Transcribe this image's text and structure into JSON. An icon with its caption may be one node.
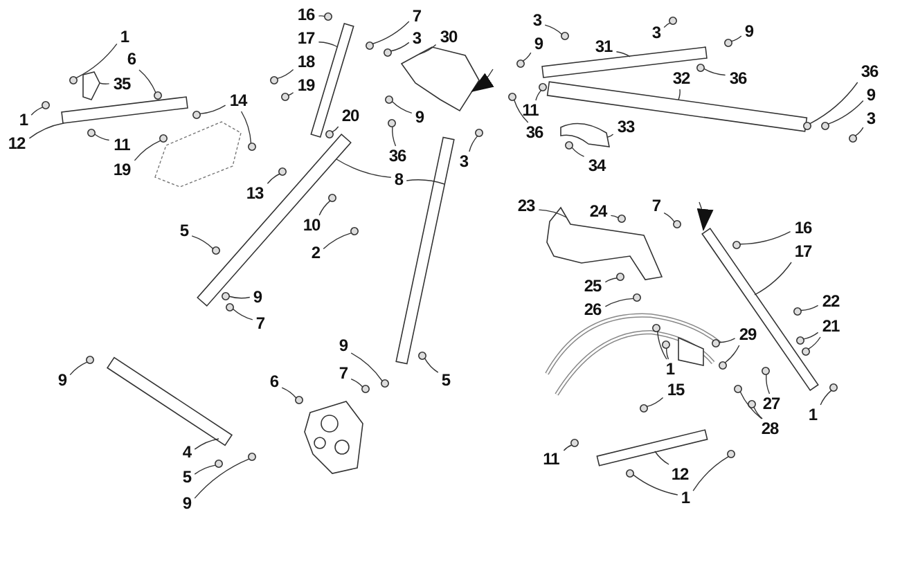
{
  "diagram": {
    "nodes": [
      {
        "text": [
          "1"
        ]
      },
      {
        "text": [
          "6"
        ]
      },
      {
        "text": [
          "35"
        ]
      },
      {
        "text": [
          "1"
        ]
      },
      {
        "text": [
          "12"
        ]
      },
      {
        "text": [
          "11"
        ]
      },
      {
        "text": [
          "19"
        ]
      },
      {
        "text": [
          "14"
        ]
      },
      {
        "text": [
          "13"
        ]
      },
      {
        "text": [
          "16"
        ]
      },
      {
        "text": [
          "17"
        ]
      },
      {
        "text": [
          "18"
        ]
      },
      {
        "text": [
          "19"
        ]
      },
      {
        "text": [
          "20"
        ]
      },
      {
        "text": [
          "7"
        ]
      },
      {
        "text": [
          "3"
        ]
      },
      {
        "text": [
          "30"
        ]
      },
      {
        "text": [
          "3"
        ]
      },
      {
        "text": [
          "9"
        ]
      },
      {
        "text": [
          "31"
        ]
      },
      {
        "text": [
          "3"
        ]
      },
      {
        "text": [
          "9"
        ]
      },
      {
        "text": [
          "36"
        ]
      },
      {
        "text": [
          "9"
        ]
      },
      {
        "text": [
          "36"
        ]
      },
      {
        "text": [
          "8"
        ]
      },
      {
        "text": [
          "11"
        ]
      },
      {
        "text": [
          "36"
        ]
      },
      {
        "text": [
          "32"
        ]
      },
      {
        "text": [
          "9"
        ]
      },
      {
        "text": [
          "36"
        ]
      },
      {
        "text": [
          "3"
        ]
      },
      {
        "text": [
          "33"
        ]
      },
      {
        "text": [
          "3"
        ]
      },
      {
        "text": [
          "34"
        ]
      },
      {
        "text": [
          "10"
        ]
      },
      {
        "text": [
          "2"
        ]
      },
      {
        "text": [
          "5"
        ]
      },
      {
        "text": [
          "23"
        ]
      },
      {
        "text": [
          "24"
        ]
      },
      {
        "text": [
          "7"
        ]
      },
      {
        "text": [
          "16"
        ]
      },
      {
        "text": [
          "17"
        ]
      },
      {
        "text": [
          "9"
        ]
      },
      {
        "text": [
          "7"
        ]
      },
      {
        "text": [
          "25"
        ]
      },
      {
        "text": [
          "26"
        ]
      },
      {
        "text": [
          "22"
        ]
      },
      {
        "text": [
          "21"
        ]
      },
      {
        "text": [
          "29"
        ]
      },
      {
        "text": [
          "9"
        ]
      },
      {
        "text": [
          "7"
        ]
      },
      {
        "text": [
          "5"
        ]
      },
      {
        "text": [
          "1"
        ]
      },
      {
        "text": [
          "9"
        ]
      },
      {
        "text": [
          "6"
        ]
      },
      {
        "text": [
          "15"
        ]
      },
      {
        "text": [
          "27"
        ]
      },
      {
        "text": [
          "28"
        ]
      },
      {
        "text": [
          "1"
        ]
      },
      {
        "text": [
          "4"
        ]
      },
      {
        "text": [
          "11"
        ]
      },
      {
        "text": [
          "12"
        ]
      },
      {
        "text": [
          "5"
        ]
      },
      {
        "text": [
          "9"
        ]
      },
      {
        "text": [
          "1"
        ]
      },
      {
        "text": [],
        "shape": "bar"
      },
      {
        "text": [],
        "shape": "plate"
      },
      {
        "text": [],
        "shape": "bar"
      },
      {
        "text": [],
        "shape": "plate"
      },
      {
        "text": [],
        "shape": "bar"
      },
      {
        "text": [],
        "shape": "bar"
      },
      {
        "text": [],
        "shape": "bar"
      },
      {
        "text": [],
        "shape": "bar"
      },
      {
        "text": [],
        "shape": "plate"
      },
      {
        "text": [],
        "shape": "plate"
      },
      {
        "text": [],
        "shape": "bar"
      },
      {
        "text": [],
        "shape": "bar"
      },
      {
        "text": [],
        "shape": "bar"
      },
      {
        "text": [],
        "shape": "circle"
      },
      {
        "text": [],
        "shape": "circle"
      },
      {
        "text": [],
        "shape": "circle"
      },
      {
        "text": [],
        "shape": "circle"
      },
      {
        "text": [],
        "shape": "circle"
      },
      {
        "text": [],
        "shape": "circle"
      },
      {
        "text": [],
        "shape": "circle"
      },
      {
        "text": [],
        "shape": "circle"
      },
      {
        "text": [],
        "shape": "circle"
      },
      {
        "text": [],
        "shape": "circle"
      },
      {
        "text": [],
        "shape": "circle"
      },
      {
        "text": [],
        "shape": "circle"
      },
      {
        "text": [],
        "shape": "circle"
      },
      {
        "text": [],
        "shape": "circle"
      },
      {
        "text": [],
        "shape": "circle"
      },
      {
        "text": [],
        "shape": "circle"
      },
      {
        "text": [],
        "shape": "circle"
      },
      {
        "text": [],
        "shape": "circle"
      },
      {
        "text": [],
        "shape": "circle"
      },
      {
        "text": [],
        "shape": "circle"
      },
      {
        "text": [],
        "shape": "circle"
      },
      {
        "text": [],
        "shape": "circle"
      },
      {
        "text": [],
        "shape": "circle"
      },
      {
        "text": [],
        "shape": "circle"
      },
      {
        "text": [],
        "shape": "circle"
      },
      {
        "text": [],
        "shape": "circle"
      },
      {
        "text": [],
        "shape": "circle"
      },
      {
        "text": [],
        "shape": "circle"
      },
      {
        "text": [],
        "shape": "circle"
      },
      {
        "text": [],
        "shape": "circle"
      },
      {
        "text": [],
        "shape": "circle"
      },
      {
        "text": [],
        "shape": "circle"
      },
      {
        "text": [],
        "shape": "circle"
      },
      {
        "text": [],
        "shape": "circle"
      },
      {
        "text": [],
        "shape": "circle"
      },
      {
        "text": [],
        "shape": "circle"
      },
      {
        "text": [],
        "shape": "circle"
      },
      {
        "text": [],
        "shape": "circle"
      },
      {
        "text": [],
        "shape": "circle"
      },
      {
        "text": [],
        "shape": "circle"
      },
      {
        "text": [],
        "shape": "circle"
      },
      {
        "text": [],
        "shape": "circle"
      },
      {
        "text": [],
        "shape": "circle"
      },
      {
        "text": [],
        "shape": "circle"
      },
      {
        "text": [],
        "shape": "circle"
      },
      {
        "text": [],
        "shape": "circle"
      },
      {
        "text": [],
        "shape": "circle"
      },
      {
        "text": [],
        "shape": "circle"
      },
      {
        "text": [],
        "shape": "circle"
      },
      {
        "text": [],
        "shape": "circle"
      },
      {
        "text": [],
        "shape": "circle"
      },
      {
        "text": [],
        "shape": "circle"
      },
      {
        "text": [],
        "shape": "circle"
      },
      {
        "text": [],
        "shape": "circle"
      },
      {
        "text": [],
        "shape": "circle"
      },
      {
        "text": [],
        "shape": "circle"
      },
      {
        "text": [],
        "shape": "circle"
      },
      {
        "text": [],
        "shape": "circle"
      },
      {
        "text": [],
        "shape": "circle"
      },
      {
        "text": [],
        "shape": "circle"
      }
    ],
    "edges": [
      {
        "from": 0,
        "to": 79,
        "arrow": "none"
      },
      {
        "from": 1,
        "to": 80,
        "arrow": "none"
      },
      {
        "from": 2,
        "to": 67,
        "arrow": "none"
      },
      {
        "from": 3,
        "to": 81,
        "arrow": "none"
      },
      {
        "from": 4,
        "to": 66,
        "arrow": "none"
      },
      {
        "from": 5,
        "to": 82,
        "arrow": "none"
      },
      {
        "from": 6,
        "to": 83,
        "arrow": "none"
      },
      {
        "from": 7,
        "to": 84,
        "arrow": "none"
      },
      {
        "from": 7,
        "to": 85,
        "arrow": "none"
      },
      {
        "from": 8,
        "to": 86,
        "arrow": "none"
      },
      {
        "from": 9,
        "to": 87,
        "arrow": "none"
      },
      {
        "from": 10,
        "to": 68,
        "arrow": "none"
      },
      {
        "from": 11,
        "to": 88,
        "arrow": "none"
      },
      {
        "from": 12,
        "to": 89,
        "arrow": "none"
      },
      {
        "from": 13,
        "to": 90,
        "arrow": "none"
      },
      {
        "from": 14,
        "to": 91,
        "arrow": "none"
      },
      {
        "from": 15,
        "to": 92,
        "arrow": "none"
      },
      {
        "from": 16,
        "to": 69,
        "arrow": "none"
      },
      {
        "from": 17,
        "to": 93,
        "arrow": "none"
      },
      {
        "from": 18,
        "to": 94,
        "arrow": "none"
      },
      {
        "from": 19,
        "to": 70,
        "arrow": "none"
      },
      {
        "from": 20,
        "to": 95,
        "arrow": "none"
      },
      {
        "from": 21,
        "to": 96,
        "arrow": "none"
      },
      {
        "from": 22,
        "to": 97,
        "arrow": "none"
      },
      {
        "from": 23,
        "to": 98,
        "arrow": "none"
      },
      {
        "from": 24,
        "to": 99,
        "arrow": "none"
      },
      {
        "from": 25,
        "to": 72,
        "arrow": "none"
      },
      {
        "from": 25,
        "to": 73,
        "arrow": "none"
      },
      {
        "from": 26,
        "to": 100,
        "arrow": "none"
      },
      {
        "from": 27,
        "to": 101,
        "arrow": "none"
      },
      {
        "from": 28,
        "to": 71,
        "arrow": "none"
      },
      {
        "from": 29,
        "to": 102,
        "arrow": "none"
      },
      {
        "from": 30,
        "to": 103,
        "arrow": "none"
      },
      {
        "from": 31,
        "to": 104,
        "arrow": "none"
      },
      {
        "from": 32,
        "to": 74,
        "arrow": "none"
      },
      {
        "from": 33,
        "to": 105,
        "arrow": "none"
      },
      {
        "from": 34,
        "to": 106,
        "arrow": "none"
      },
      {
        "from": 35,
        "to": 107,
        "arrow": "none"
      },
      {
        "from": 36,
        "to": 108,
        "arrow": "none"
      },
      {
        "from": 37,
        "to": 109,
        "arrow": "none"
      },
      {
        "from": 38,
        "to": 75,
        "arrow": "none"
      },
      {
        "from": 39,
        "to": 110,
        "arrow": "none"
      },
      {
        "from": 40,
        "to": 111,
        "arrow": "none"
      },
      {
        "from": 41,
        "to": 112,
        "arrow": "none"
      },
      {
        "from": 42,
        "to": 76,
        "arrow": "none"
      },
      {
        "from": 43,
        "to": 113,
        "arrow": "none"
      },
      {
        "from": 44,
        "to": 114,
        "arrow": "none"
      },
      {
        "from": 45,
        "to": 115,
        "arrow": "none"
      },
      {
        "from": 46,
        "to": 116,
        "arrow": "none"
      },
      {
        "from": 47,
        "to": 117,
        "arrow": "none"
      },
      {
        "from": 48,
        "to": 118,
        "arrow": "none"
      },
      {
        "from": 48,
        "to": 119,
        "arrow": "none"
      },
      {
        "from": 49,
        "to": 120,
        "arrow": "none"
      },
      {
        "from": 49,
        "to": 121,
        "arrow": "none"
      },
      {
        "from": 50,
        "to": 122,
        "arrow": "none"
      },
      {
        "from": 51,
        "to": 123,
        "arrow": "none"
      },
      {
        "from": 52,
        "to": 124,
        "arrow": "none"
      },
      {
        "from": 53,
        "to": 125,
        "arrow": "none"
      },
      {
        "from": 53,
        "to": 126,
        "arrow": "none"
      },
      {
        "from": 54,
        "to": 127,
        "arrow": "none"
      },
      {
        "from": 55,
        "to": 128,
        "arrow": "none"
      },
      {
        "from": 56,
        "to": 129,
        "arrow": "none"
      },
      {
        "from": 57,
        "to": 130,
        "arrow": "none"
      },
      {
        "from": 58,
        "to": 131,
        "arrow": "none"
      },
      {
        "from": 58,
        "to": 132,
        "arrow": "none"
      },
      {
        "from": 59,
        "to": 133,
        "arrow": "none"
      },
      {
        "from": 60,
        "to": 78,
        "arrow": "none"
      },
      {
        "from": 61,
        "to": 134,
        "arrow": "none"
      },
      {
        "from": 62,
        "to": 77,
        "arrow": "none"
      },
      {
        "from": 63,
        "to": 135,
        "arrow": "none"
      },
      {
        "from": 64,
        "to": 136,
        "arrow": "none"
      },
      {
        "from": 65,
        "to": 137,
        "arrow": "none"
      },
      {
        "from": 65,
        "to": 138,
        "arrow": "none"
      },
      {
        "from": null,
        "to": 69,
        "arrow": "to"
      },
      {
        "from": null,
        "to": 76,
        "arrow": "to"
      }
    ]
  }
}
